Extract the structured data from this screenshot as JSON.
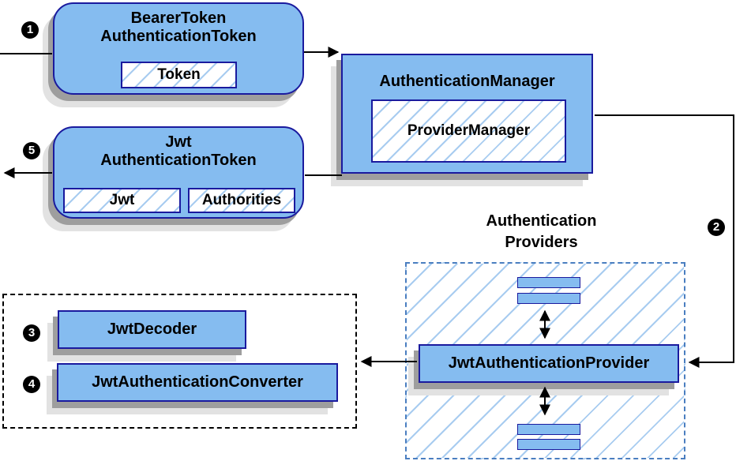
{
  "diagram": {
    "badges": {
      "step1": "1",
      "step2": "2",
      "step3": "3",
      "step4": "4",
      "step5": "5"
    },
    "nodes": {
      "bearer_token": {
        "title_line1": "BearerToken",
        "title_line2": "AuthenticationToken",
        "field_token": "Token"
      },
      "authentication_manager": {
        "title": "AuthenticationManager",
        "field_provider_manager": "ProviderManager"
      },
      "jwt_authentication_token": {
        "title_line1": "Jwt",
        "title_line2": "AuthenticationToken",
        "field_jwt": "Jwt",
        "field_authorities": "Authorities"
      },
      "authentication_providers": {
        "label_line1": "Authentication",
        "label_line2": "Providers"
      },
      "jwt_authentication_provider": {
        "title": "JwtAuthenticationProvider"
      },
      "jwt_decoder": {
        "title": "JwtDecoder"
      },
      "jwt_authentication_converter": {
        "title": "JwtAuthenticationConverter"
      }
    },
    "colors": {
      "node_fill": "#85BCF0",
      "node_border": "#1A1A9E",
      "hatch_line": "#A8CCF0",
      "provider_border": "#4A7EC0",
      "shadow_dark": "#9E9E9E",
      "shadow_light": "#E2E2E2",
      "arrow": "#000000",
      "badge_bg": "#000000",
      "badge_text": "#FFFFFF"
    }
  }
}
